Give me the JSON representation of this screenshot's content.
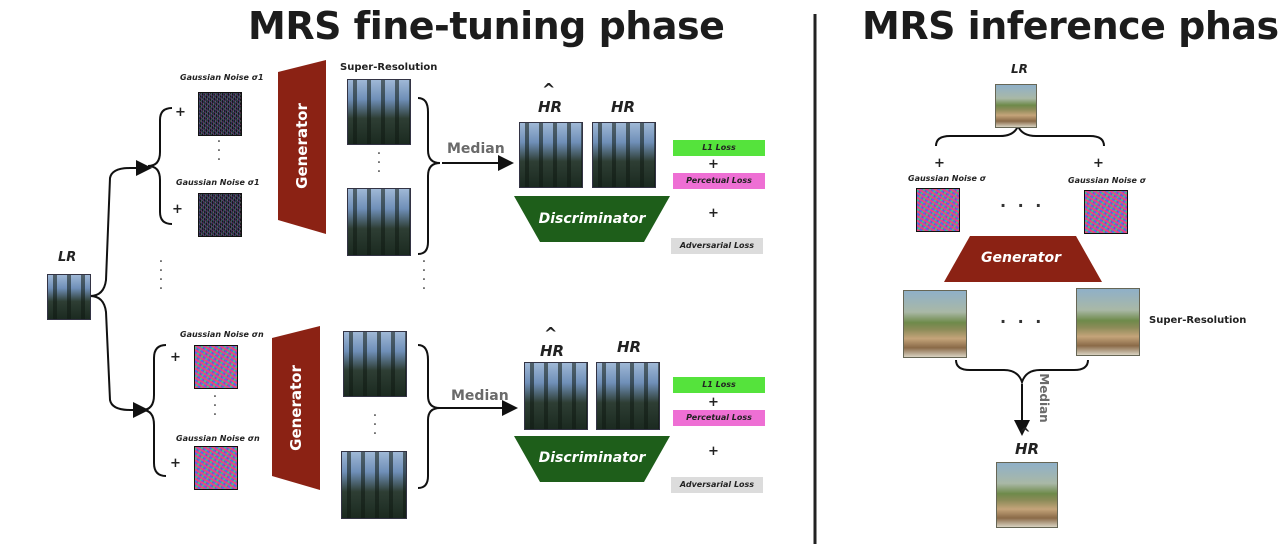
{
  "fine_tuning": {
    "title": "MRS fine-tuning phase",
    "lr_label": "LR",
    "generator_label": "Generator",
    "discriminator_label": "Discriminator",
    "super_resolution_label": "Super-Resolution",
    "median_label": "Median",
    "hr_hat_label": "HR",
    "hat_symbol": "^",
    "hr_label": "HR",
    "plus": "+",
    "branch_top": {
      "noise_first": "Gaussian Noise σ1",
      "noise_last": "Gaussian Noise σ1"
    },
    "branch_bottom": {
      "noise_first": "Gaussian Noise σn",
      "noise_last": "Gaussian Noise σn"
    },
    "losses": {
      "l1": "L1 Loss",
      "perceptual": "Percetual Loss",
      "adversarial": "Adversarial Loss"
    }
  },
  "inference": {
    "title": "MRS inference phase",
    "lr_label": "LR",
    "noise_label": "Gaussian Noise σ",
    "generator_label": "Generator",
    "super_resolution_label": "Super-Resolution",
    "median_label": "Median",
    "hr_label": "HR",
    "hat_symbol": "^",
    "plus": "+",
    "dots": "· · ·"
  },
  "colors": {
    "generator": "#8b2214",
    "discriminator": "#1e5e1a",
    "l1_loss": "#55e33c",
    "perceptual_loss": "#ee6fd4",
    "adversarial_loss": "#dcdcdc",
    "divider": "#222222"
  }
}
